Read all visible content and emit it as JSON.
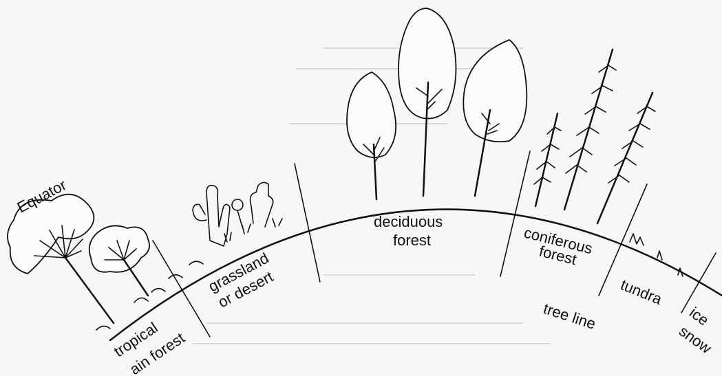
{
  "diagram": {
    "labels": {
      "equator": "Equator",
      "tropical_line1": "tropical",
      "tropical_line2": "ain forest",
      "grassland_line1": "grassland",
      "grassland_line2": "or desert",
      "deciduous_line1": "deciduous",
      "deciduous_line2": "forest",
      "coniferous_line1": "coniferous",
      "coniferous_line2": "forest",
      "tree_line": "tree line",
      "tundra": "tundra",
      "ice_line1": "ice",
      "ice_line2": "snow"
    },
    "icons": [
      "broadleaf-tree-icon",
      "cactus-icon",
      "deciduous-tree-icon",
      "conifer-tree-icon",
      "grass-tuft-icon"
    ]
  }
}
